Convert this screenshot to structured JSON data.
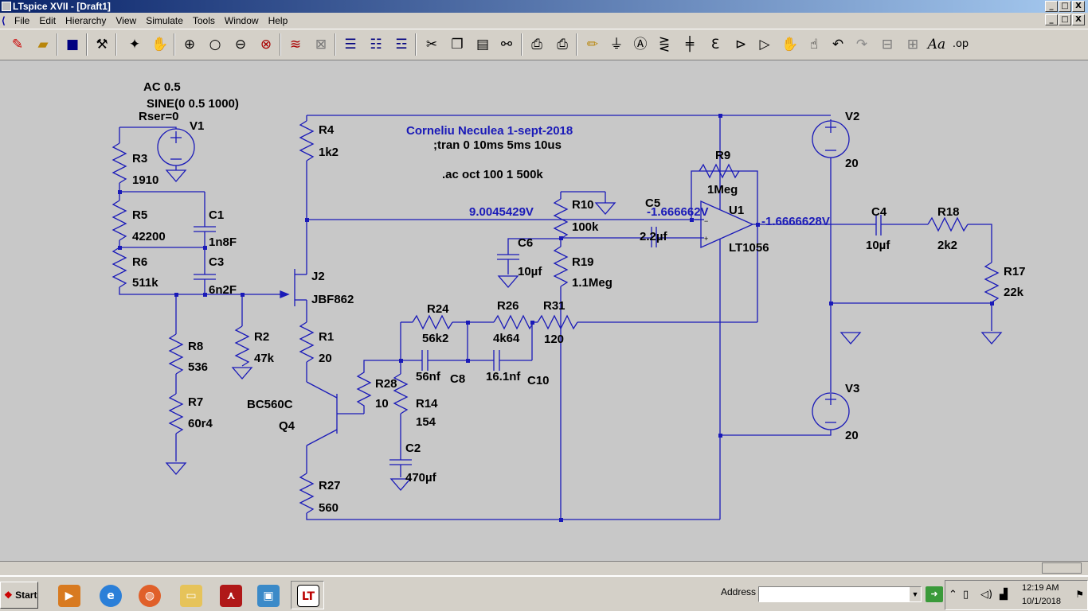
{
  "window": {
    "title": "LTspice XVII - [Draft1]",
    "min": "_",
    "max": "□",
    "close": "X",
    "child_min": "_",
    "child_max": "□",
    "child_close": "X"
  },
  "menu": [
    "File",
    "Edit",
    "Hierarchy",
    "View",
    "Simulate",
    "Tools",
    "Window",
    "Help"
  ],
  "toolbar_icons": [
    "new-schematic",
    "open",
    "save",
    "control-panel",
    "run",
    "halt",
    "zoom-in",
    "pan",
    "zoom-out",
    "zoom-fit",
    "autoscale",
    "tile",
    "cascade-windows",
    "tile-horizontal",
    "tile-vertical",
    "cut",
    "copy",
    "paste",
    "find",
    "print-setup",
    "print",
    "draw-wire",
    "ground",
    "label-net",
    "resistor",
    "capacitor",
    "inductor",
    "diode",
    "component",
    "move",
    "drag",
    "undo",
    "redo",
    "rotate",
    "mirror",
    "text",
    "spice-directive"
  ],
  "schematic": {
    "labels": {
      "ac": "AC 0.5",
      "sine": "SINE(0 0.5 1000)",
      "rser": "Rser=0",
      "v1": "V1",
      "r3": "R3",
      "r3v": "1910",
      "r5": "R5",
      "r5v": "42200",
      "r6": "R6",
      "r6v": "511k",
      "c1": "C1",
      "c1v": "1n8F",
      "c3": "C3",
      "c3v": "6n2F",
      "r8": "R8",
      "r8v": "536",
      "r7": "R7",
      "r7v": "60r4",
      "r2": "R2",
      "r2v": "47k",
      "r4": "R4",
      "r4v": "1k2",
      "j2": "J2",
      "j2v": "JBF862",
      "r1": "R1",
      "r1v": "20",
      "bc": "BC560C",
      "q4": "Q4",
      "r27": "R27",
      "r27v": "560",
      "r28": "R28",
      "r28v": "10",
      "r14": "R14",
      "r14v": "154",
      "c2": "C2",
      "c2v": "470µf",
      "r24": "R24",
      "r24v": "56k2",
      "c8v": "56nf",
      "c8": "C8",
      "r26": "R26",
      "r26v": "4k64",
      "c10v": "16.1nf",
      "c10": "C10",
      "r31": "R31",
      "r31v": "120",
      "author": "Corneliu Neculea 1-sept-2018",
      "tran": ";tran 0 10ms 5ms 10us",
      "ac_dir": ".ac oct 100 1 500k",
      "node1": "9.0045429V",
      "r10": "R10",
      "r10v": "100k",
      "c6": "C6",
      "c6v": "10µf",
      "r19": "R19",
      "r19v": "1.1Meg",
      "c5": "C5",
      "c5v": "2.2µf",
      "node2": "-1.666662V",
      "r9": "R9",
      "r9v": "1Meg",
      "u1": "U1",
      "u1v": "LT1056",
      "node3": "-1.6666628V",
      "c4": "C4",
      "c4v": "10µf",
      "r18": "R18",
      "r18v": "2k2",
      "r17": "R17",
      "r17v": "22k",
      "v2": "V2",
      "v2v": "20",
      "v3": "V3",
      "v3v": "20"
    }
  },
  "taskbar": {
    "start": "Start",
    "address_label": "Address",
    "address_value": "",
    "time": "12:19 AM",
    "date": "10/1/2018"
  }
}
